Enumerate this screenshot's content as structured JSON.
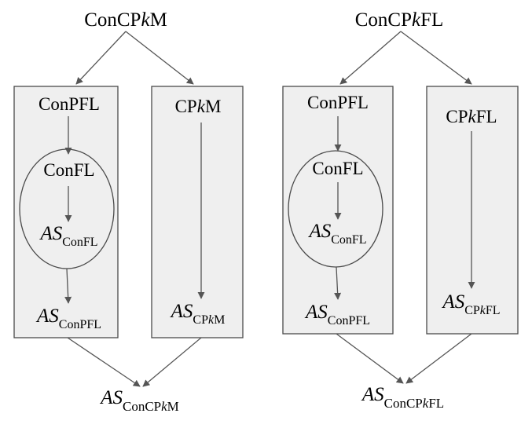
{
  "left": {
    "top": {
      "pre": "ConCP",
      "k": "k",
      "post": "M"
    },
    "boxA": {
      "l1": "ConPFL",
      "l2": "ConFL",
      "l3": {
        "main": "AS",
        "sub": "ConFL"
      },
      "l4": {
        "main": "AS",
        "sub": "ConPFL"
      }
    },
    "boxB": {
      "l1": {
        "pre": "CP",
        "k": "k",
        "post": "M"
      },
      "l2": {
        "main": "AS",
        "subPre": "CP",
        "subK": "k",
        "subPost": "M"
      }
    },
    "bottom": {
      "main": "AS",
      "subPre": "ConCP",
      "subK": "k",
      "subPost": "M"
    }
  },
  "right": {
    "top": {
      "pre": "ConCP",
      "k": "k",
      "post": "FL"
    },
    "boxA": {
      "l1": "ConPFL",
      "l2": "ConFL",
      "l3": {
        "main": "AS",
        "sub": "ConFL"
      },
      "l4": {
        "main": "AS",
        "sub": "ConPFL"
      }
    },
    "boxB": {
      "l1": {
        "pre": "CP",
        "k": "k",
        "post": "FL"
      },
      "l2": {
        "main": "AS",
        "subPre": "CP",
        "subK": "k",
        "subPost": "FL"
      }
    },
    "bottom": {
      "main": "AS",
      "subPre": "ConCP",
      "subK": "k",
      "subPost": "FL"
    }
  }
}
